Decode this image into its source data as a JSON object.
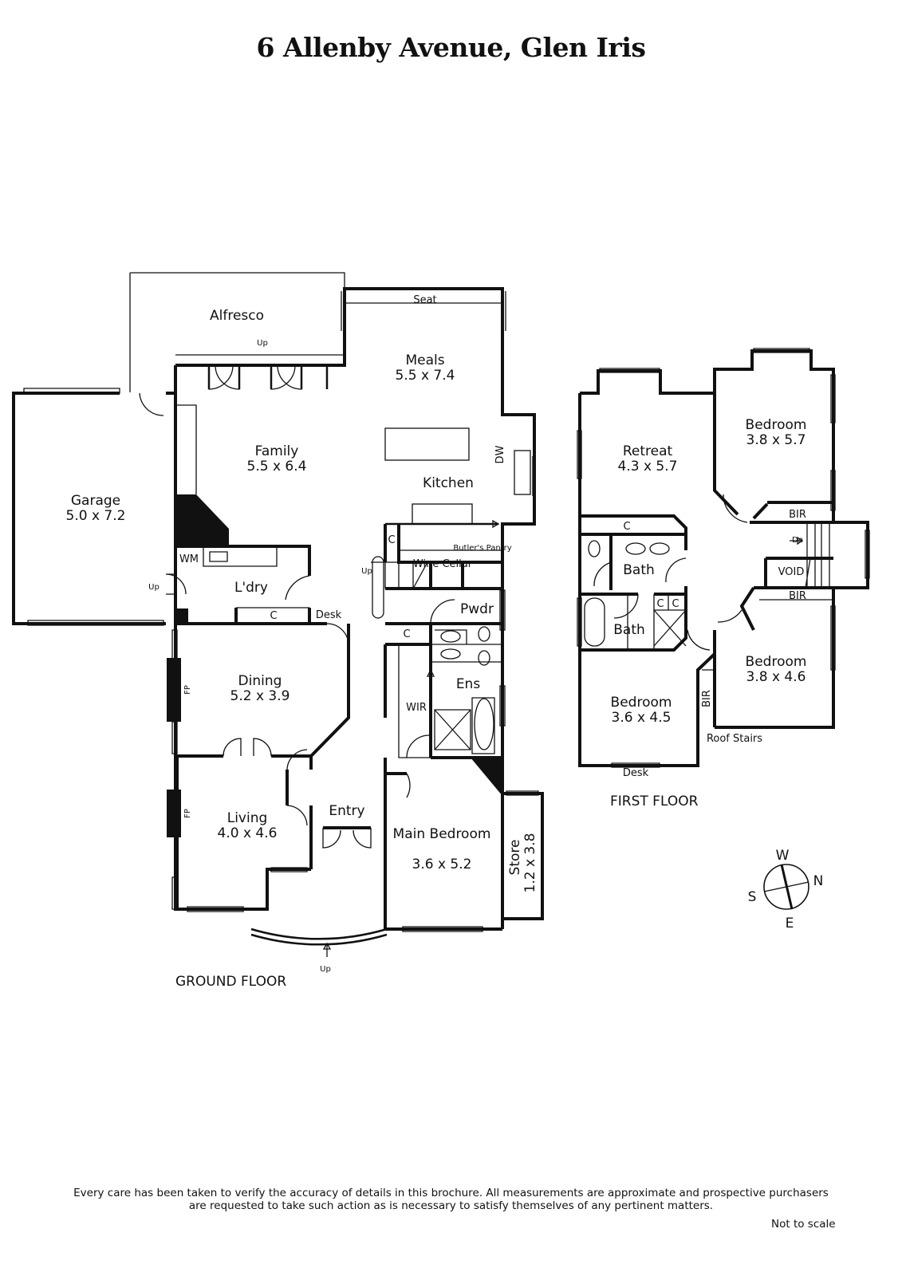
{
  "title": "6 Allenby Avenue, Glen Iris",
  "ground_floor": {
    "label": "GROUND FLOOR",
    "rooms": [
      {
        "name": "Alfresco"
      },
      {
        "name": "Meals",
        "size": "5.5 x 7.4"
      },
      {
        "name": "Family",
        "size": "5.5 x 6.4"
      },
      {
        "name": "Kitchen"
      },
      {
        "name": "Garage",
        "size": "5.0 x 7.2"
      },
      {
        "name": "L'dry"
      },
      {
        "name": "Dining",
        "size": "5.2 x 3.9"
      },
      {
        "name": "Living",
        "size": "4.0 x 4.6"
      },
      {
        "name": "Entry"
      },
      {
        "name": "Main Bedroom",
        "size": "3.6 x 5.2"
      },
      {
        "name": "Store",
        "size": "1.2 x 3.8"
      },
      {
        "name": "Ens"
      },
      {
        "name": "WIR"
      },
      {
        "name": "Pwdr"
      },
      {
        "name": "Wine Cellar"
      },
      {
        "name": "Butler's Pantry"
      }
    ],
    "fixtures": {
      "seat": "Seat",
      "dw": "DW",
      "fp": "FP",
      "wm": "WM",
      "c": "C",
      "desk": "Desk",
      "up": "Up"
    }
  },
  "first_floor": {
    "label": "FIRST FLOOR",
    "rooms": [
      {
        "name": "Retreat",
        "size": "4.3 x 5.7"
      },
      {
        "name": "Bedroom",
        "size": "3.8 x 5.7"
      },
      {
        "name": "Bath"
      },
      {
        "name": "Bath"
      },
      {
        "name": "Bedroom",
        "size": "3.8 x 4.6"
      },
      {
        "name": "Bedroom",
        "size": "3.6 x 4.5"
      },
      {
        "name": "VOID"
      },
      {
        "name": "Roof Stairs"
      }
    ],
    "fixtures": {
      "bir": "BIR",
      "c": "C",
      "dn": "Dn",
      "desk": "Desk"
    }
  },
  "compass": {
    "n": "N",
    "s": "S",
    "e": "E",
    "w": "W"
  },
  "disclaimer": {
    "line1": "Every care has been taken to verify the accuracy of details in this brochure.  All measurements are approximate and prospective purchasers",
    "line2": "are requested to take such action as is necessary to satisfy themselves of any pertinent matters."
  },
  "scale_note": "Not to scale"
}
